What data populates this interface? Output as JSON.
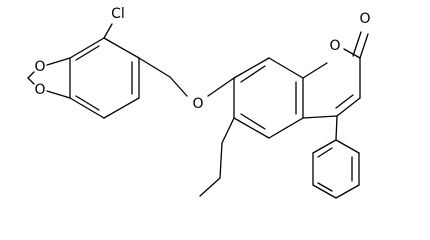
{
  "molecule": {
    "atoms": {
      "chlorine": "Cl",
      "dioxole_oxygen_top": "O",
      "dioxole_oxygen_bottom": "O",
      "ether_oxygen": "O",
      "ring_oxygen": "O",
      "carbonyl_oxygen": "O"
    }
  }
}
